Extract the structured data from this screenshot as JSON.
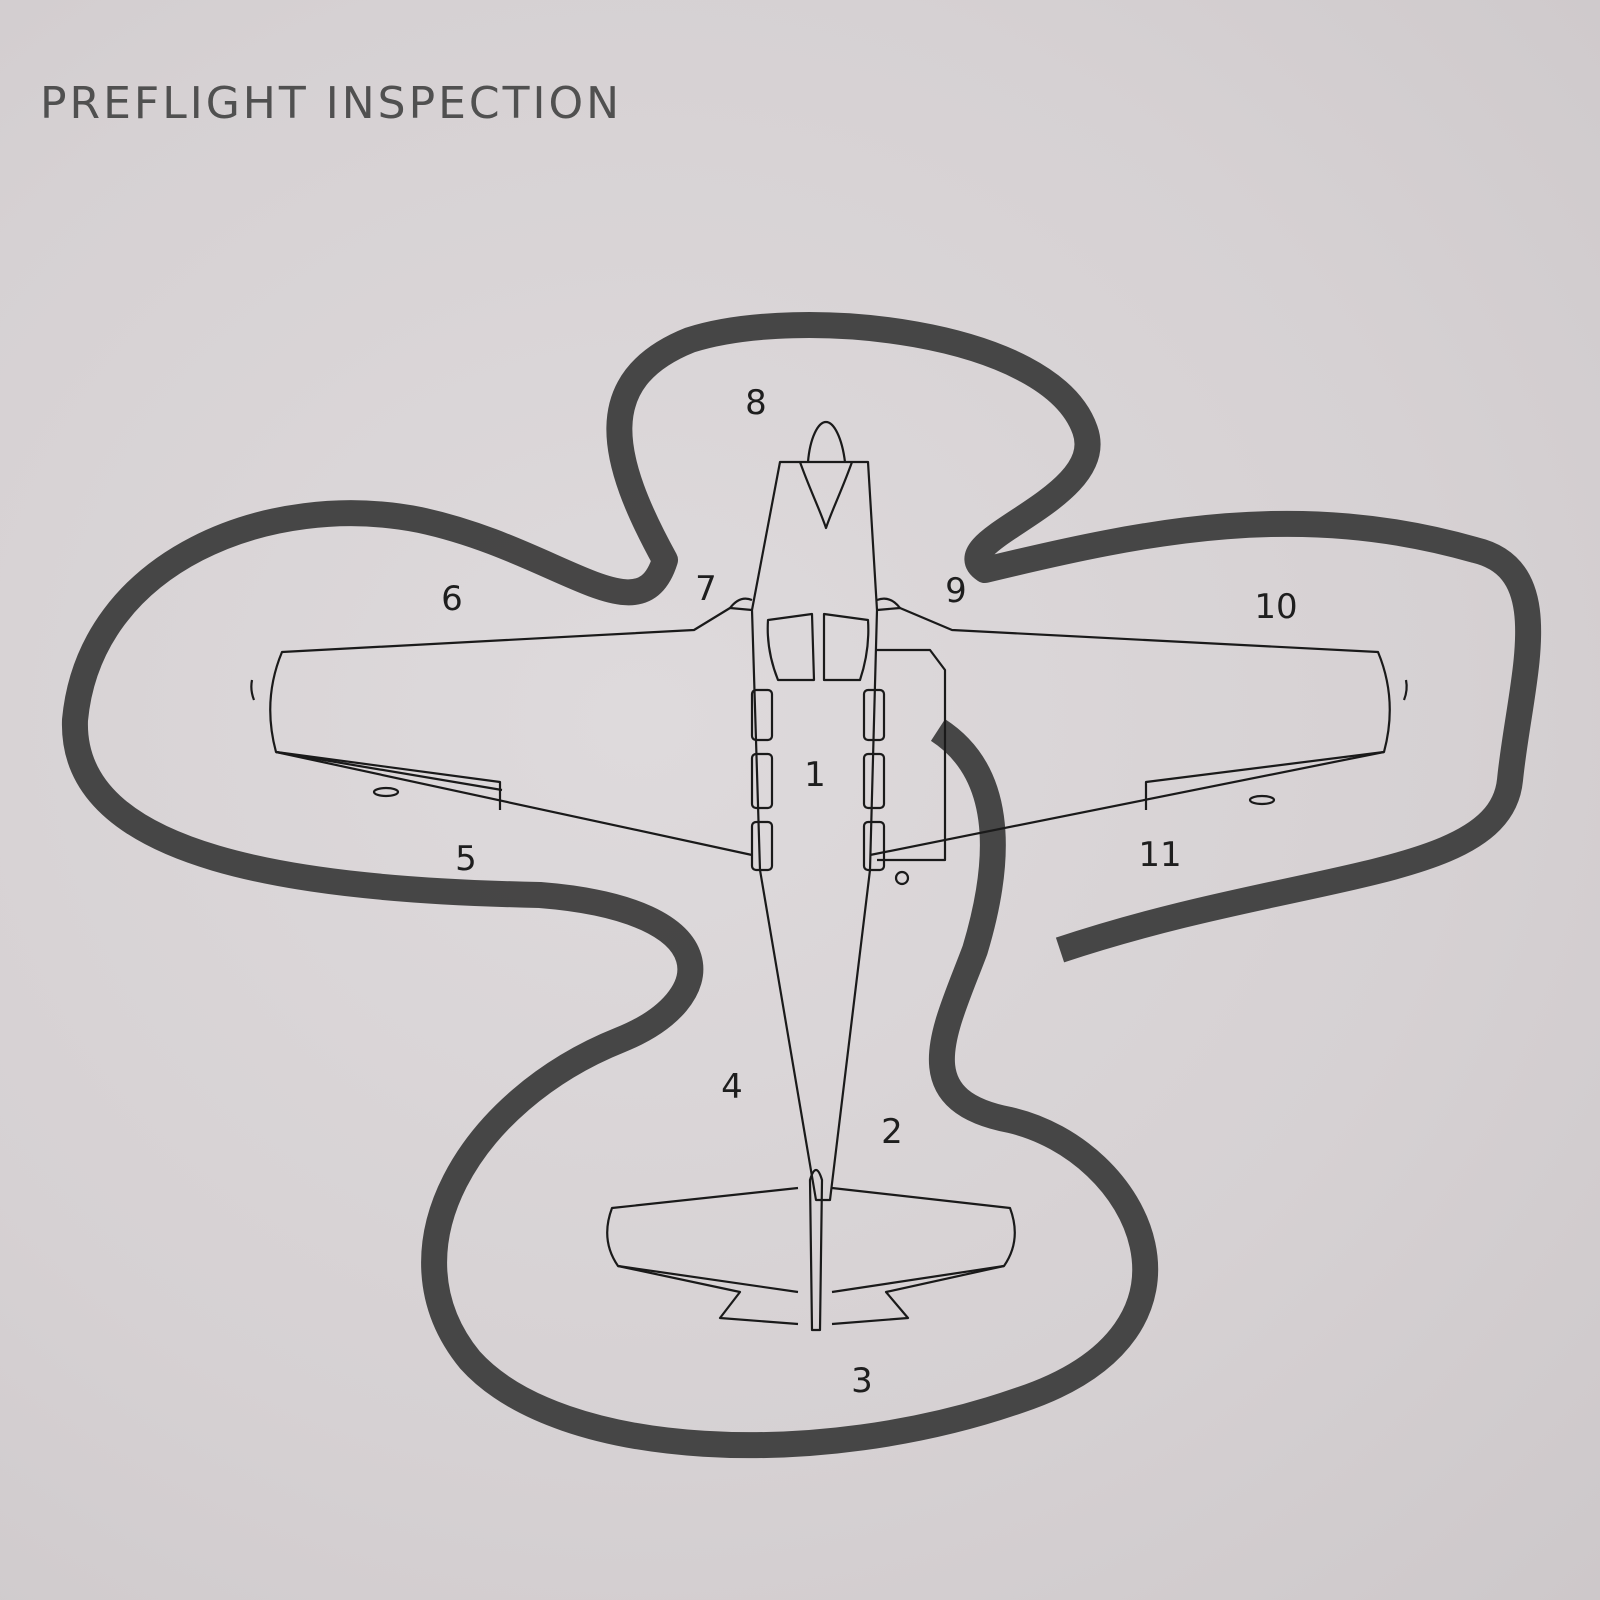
{
  "heading": "PREFLIGHT INSPECTION",
  "inspection_points": [
    {
      "label": "1"
    },
    {
      "label": "2"
    },
    {
      "label": "3"
    },
    {
      "label": "4"
    },
    {
      "label": "5"
    },
    {
      "label": "6"
    },
    {
      "label": "7"
    },
    {
      "label": "8"
    },
    {
      "label": "9"
    },
    {
      "label": "10"
    },
    {
      "label": "11"
    }
  ]
}
